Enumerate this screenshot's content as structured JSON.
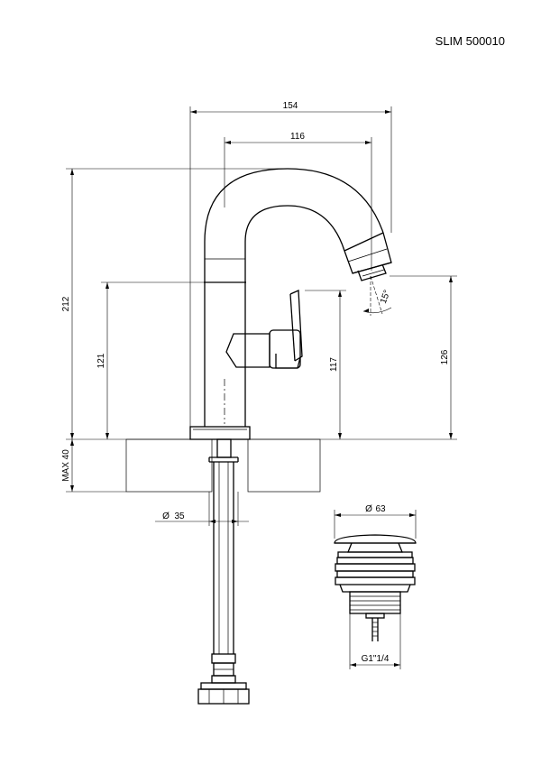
{
  "title": "SLIM 500010",
  "dimensions": {
    "width_154": "154",
    "spout_116": "116",
    "height_212": "212",
    "lever_121": "121",
    "outlet_117": "117",
    "outlet_126": "126",
    "max_40": "MAX 40",
    "diameter_35": "35",
    "angle_15": "15°",
    "drain_63": "63",
    "thread": "G1\"1/4"
  },
  "symbols": {
    "diameter": "Ø"
  }
}
